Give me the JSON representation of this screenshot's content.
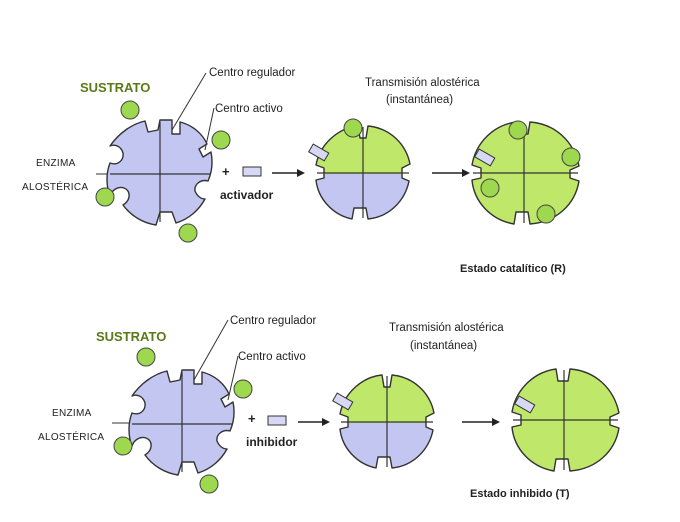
{
  "top": {
    "sustrato": "SUSTRATO",
    "centro_regulador": "Centro regulador",
    "centro_activo": "Centro activo",
    "enzima_line1": "ENZIMA",
    "enzima_line2": "ALOSTÉRICA",
    "plus": "+",
    "effector": "activador",
    "transmision_line1": "Transmisión alostérica",
    "transmision_line2": "(instantánea)",
    "state": "Estado catalítico (R)"
  },
  "bottom": {
    "sustrato": "SUSTRATO",
    "centro_regulador": "Centro regulador",
    "centro_activo": "Centro activo",
    "enzima_line1": "ENZIMA",
    "enzima_line2": "ALOSTÉRICA",
    "plus": "+",
    "effector": "inhibidor",
    "transmision_line1": "Transmisión alostérica",
    "transmision_line2": "(instantánea)",
    "state": "Estado inhibido (T)"
  },
  "colors": {
    "enzyme_blue": "#c4c6f2",
    "enzyme_green": "#bfe86a",
    "substrate_green": "#9ed84e",
    "outline": "#333333",
    "effector_blue": "#d6d8f6"
  }
}
